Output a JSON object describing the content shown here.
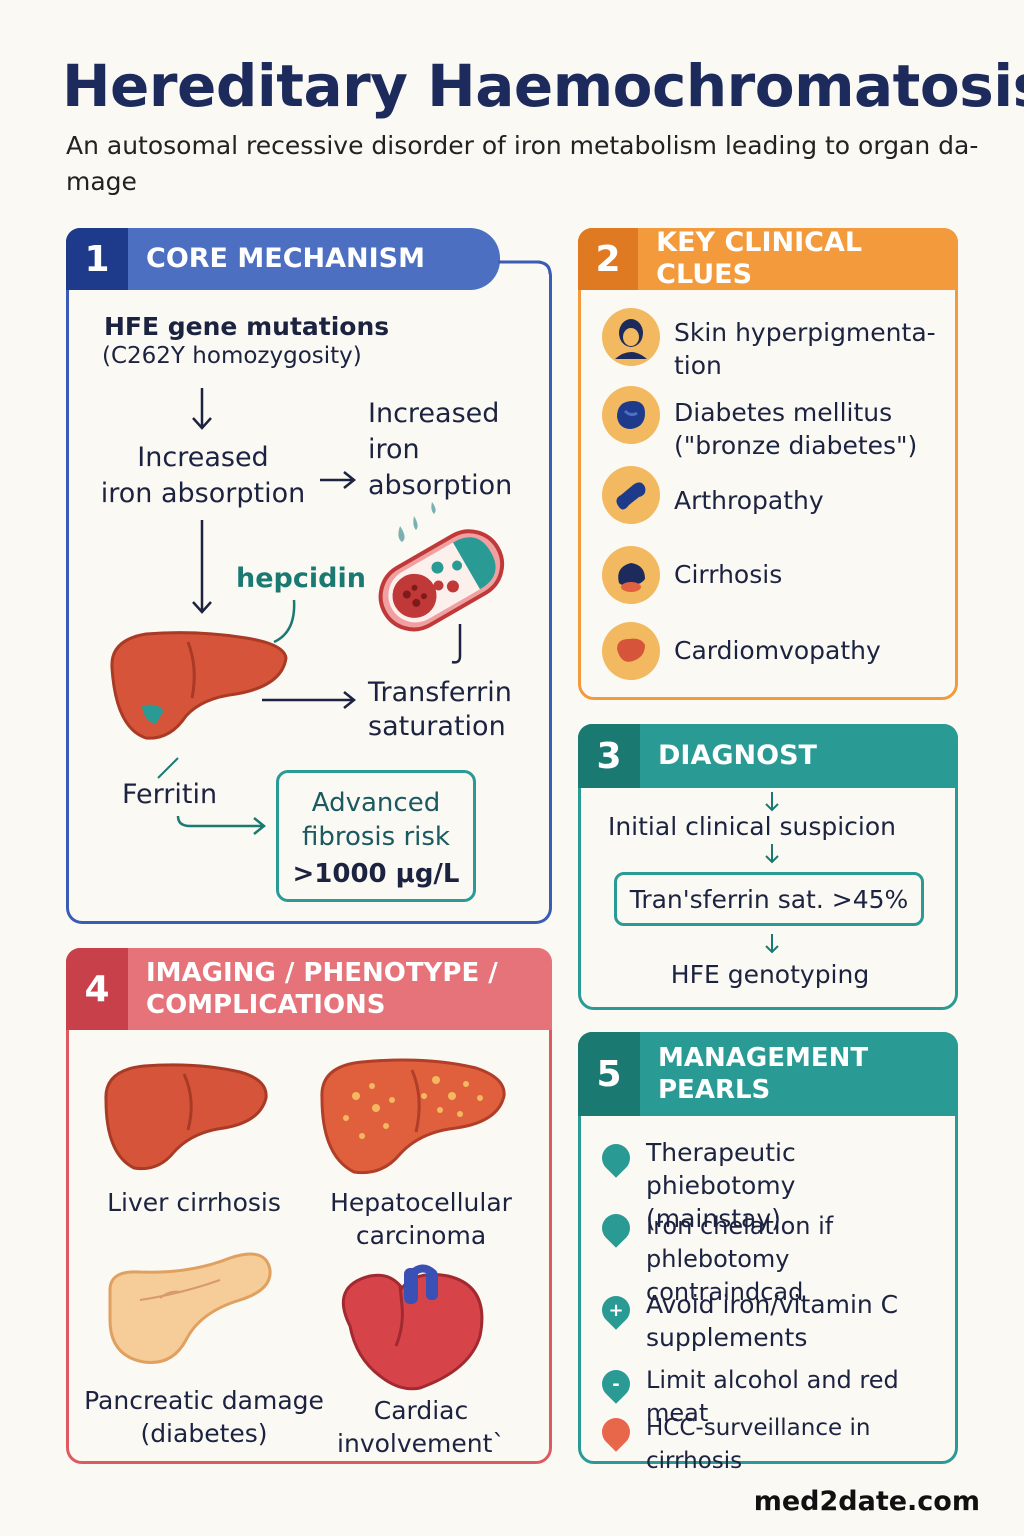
{
  "title": "Hereditary Haemochromatosis",
  "subtitle": "An autosomal recessive disorder of iron metabolism leading to organ da- mage",
  "colors": {
    "blue": "#3a5cb4",
    "orange": "#f39a3c",
    "teal": "#2a9a94",
    "red": "#de5a62",
    "liver": "#d6553a",
    "navy": "#1d2a5c"
  },
  "core": {
    "num": "1",
    "header": "CORE MECHANISM",
    "gene": "HFE gene mutations",
    "gene_detail": "(C262Y homozygosity)",
    "absorption_left": "Increased\niron absorption",
    "absorption_right": "Increased\niron\nabsorption",
    "hepcidin": "hepcidin",
    "transferrin": "Transferrin\nsaturation",
    "ferritin": "Ferritin",
    "fibrosis": "Advanced\nfibrosis risk",
    "fibrosis_threshold": ">1000 μg/L"
  },
  "clues": {
    "num": "2",
    "header": "KEY CLINICAL CLUES",
    "items": [
      {
        "label": "Skin hyperpigmenta-\ntion",
        "icon": "face-icon"
      },
      {
        "label": "Diabetes mellitus\n(\"bronze diabetes\")",
        "icon": "pancreas-icon"
      },
      {
        "label": "Arthropathy",
        "icon": "joint-icon"
      },
      {
        "label": "Cirrhosis",
        "icon": "liver-icon"
      },
      {
        "label": "Cardiomvopathy",
        "icon": "heart-icon"
      }
    ]
  },
  "diagnosis": {
    "num": "3",
    "header": "DIAGNOST",
    "step1": "Initial clinical suspicion",
    "step2": "Tran'sferrin sat. >45%",
    "step3": "HFE genotyping"
  },
  "imaging": {
    "num": "4",
    "header": "IMAGING / PHENOTYPE /\nCOMPLICATIONS",
    "items": [
      {
        "label": "Liver cirrhosis",
        "icon": "liver-cirrhosis-icon"
      },
      {
        "label": "Hepatocellular\ncarcinoma",
        "icon": "hcc-liver-icon"
      },
      {
        "label": "Pancreatic damage\n(diabetes)",
        "icon": "pancreas-icon"
      },
      {
        "label": "Cardiac\ninvolvement`",
        "icon": "heart-icon"
      }
    ]
  },
  "management": {
    "num": "5",
    "header": "MANAGEMENT\nPEARLS",
    "items": [
      {
        "label": "Therapeutic phiebotomy\n(mainstay)",
        "symbol": ""
      },
      {
        "label": "Iron chelation if\nphlebotomy contraindcad",
        "symbol": ""
      },
      {
        "label": "Avoid iron/vitamin C\nsupplements",
        "symbol": "+"
      },
      {
        "label": "Limit alcohol and red meat",
        "symbol": "-"
      },
      {
        "label": "HCC-surveillance in cirrhosis",
        "symbol": ""
      }
    ]
  },
  "footer": "med2date.com"
}
